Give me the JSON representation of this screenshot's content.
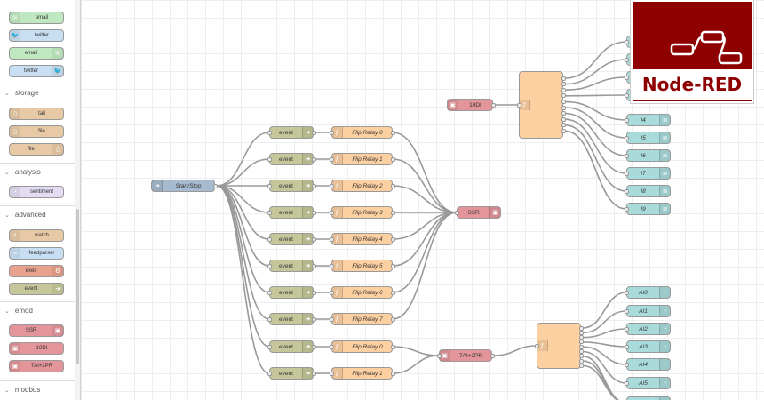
{
  "palette": {
    "social_nodes": [
      {
        "label": "email",
        "icon": "envelope-icon",
        "color": "#c0e8c0",
        "icon_side": "left"
      },
      {
        "label": "twitter",
        "icon": "twitter-icon",
        "color": "#c8dff3",
        "icon_side": "left"
      },
      {
        "label": "email",
        "icon": "envelope-icon",
        "color": "#c0e8c0",
        "icon_side": "right"
      },
      {
        "label": "twitter",
        "icon": "twitter-icon",
        "color": "#c8dff3",
        "icon_side": "right"
      }
    ],
    "categories": {
      "storage": "storage",
      "analysis": "analysis",
      "advanced": "advanced",
      "emod": "emod",
      "modbus": "modbus"
    },
    "storage_nodes": [
      {
        "label": "tail",
        "icon": "file-icon",
        "color": "#e8c9a5",
        "icon_side": "left"
      },
      {
        "label": "file",
        "icon": "file-icon",
        "color": "#e8c9a5",
        "icon_side": "left"
      },
      {
        "label": "file",
        "icon": "file-icon",
        "color": "#e8c9a5",
        "icon_side": "right"
      }
    ],
    "analysis_nodes": [
      {
        "label": "sentiment",
        "icon": "sentiment-icon",
        "color": "#e3dcf3",
        "icon_side": "left"
      }
    ],
    "advanced_nodes": [
      {
        "label": "watch",
        "icon": "magnifier-icon",
        "color": "#e8c9a5",
        "icon_side": "left"
      },
      {
        "label": "feedparser",
        "icon": "feed-icon",
        "color": "#c8dff3",
        "icon_side": "left"
      },
      {
        "label": "exec",
        "icon": "cog-icon",
        "color": "#e7a18c",
        "icon_side": "right"
      },
      {
        "label": "event",
        "icon": "arrow-icon",
        "color": "#c5c79a",
        "icon_side": "right"
      }
    ],
    "emod_nodes": [
      {
        "label": "SSR",
        "icon": "emod-icon",
        "color": "#e3959a",
        "icon_side": "right"
      },
      {
        "label": "10DI",
        "icon": "emod-icon",
        "color": "#e3959a",
        "icon_side": "left"
      },
      {
        "label": "7AI+2PR",
        "icon": "emod-icon",
        "color": "#e3959a",
        "icon_side": "left"
      }
    ]
  },
  "flow": {
    "inject": {
      "label": "Start/Stop",
      "color": "#a6bbcf"
    },
    "events": [
      "event",
      "event",
      "event",
      "event",
      "event",
      "event",
      "event",
      "event",
      "event",
      "event"
    ],
    "functions": [
      "Flip Relay 0",
      "Flip Relay 1",
      "Flip Relay 2",
      "Flip Relay 3",
      "Flip Relay 4",
      "Flip Relay 5",
      "Flip Relay 6",
      "Flip Relay 7",
      "Flip Relay 0",
      "Flip Relay 1"
    ],
    "ssr": {
      "label": "SSR"
    },
    "di": {
      "label": "10DI"
    },
    "ai": {
      "label": "7AI+2PR"
    },
    "di_outputs": [
      "I4",
      "I5",
      "I6",
      "I7",
      "I8",
      "I9"
    ],
    "ai_outputs": [
      "AI0",
      "AI1",
      "AI2",
      "AI3",
      "AI4",
      "AI5"
    ],
    "colors": {
      "event": "#c5c79a",
      "function": "#fdd0a2",
      "emod": "#e3959a",
      "inject": "#a6bbcf",
      "output": "#a9dbdb",
      "wire": "#999999"
    }
  },
  "logo": {
    "text": "Node-RED",
    "color": "#8f0000"
  }
}
